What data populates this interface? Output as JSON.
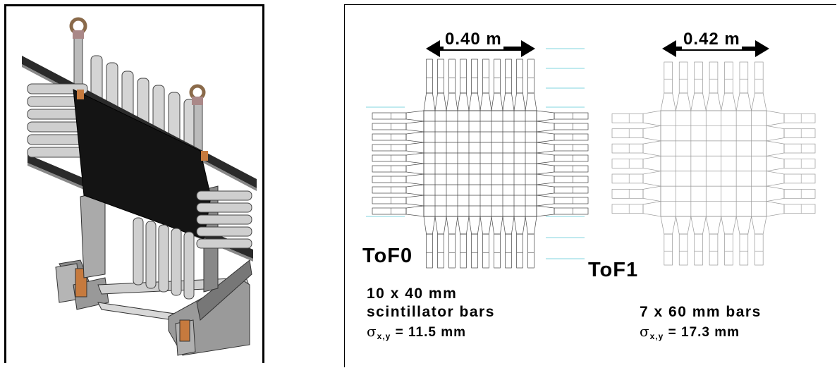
{
  "left_panel": {
    "image": "tof-detector-3d-render"
  },
  "tof0": {
    "name": "ToF0",
    "dimension": "0.40 m",
    "bar_description_line1": "10 x 40 mm",
    "bar_description_line2": "scintillator bars",
    "resolution": "= 11.5 mm",
    "horizontal_bars": 10,
    "vertical_bars": 10
  },
  "tof1": {
    "name": "ToF1",
    "dimension": "0.42 m",
    "bar_description": "7 x 60 mm bars",
    "resolution": "= 17.3 mm",
    "horizontal_bars": 7,
    "vertical_bars": 7
  },
  "sigma_symbol": "σ",
  "sigma_subscript": "x,y",
  "colors": {
    "line": "#555555",
    "cyan": "#56c8d4",
    "dark": "#1a1a1a"
  }
}
